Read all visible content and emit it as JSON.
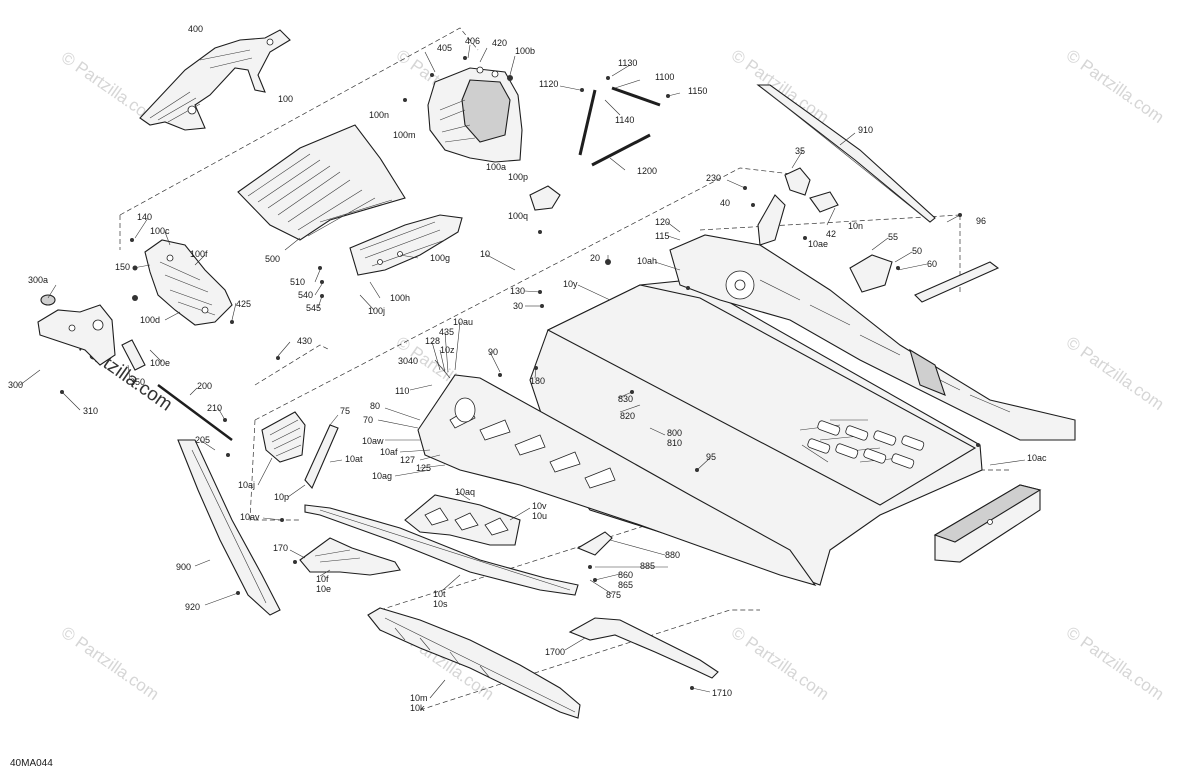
{
  "diagram": {
    "id_label": "40MA044",
    "watermark": "© Partzilla.com",
    "callouts": {
      "c400": "400",
      "c100": "100",
      "c405": "405",
      "c406": "406",
      "c420": "420",
      "c100b": "100b",
      "c1130": "1130",
      "c1100": "1100",
      "c1120": "1120",
      "c1150": "1150",
      "c1140": "1140",
      "c100n": "100n",
      "c100m": "100m",
      "c100a": "100a",
      "c100p": "100p",
      "c100q": "100q",
      "c1200": "1200",
      "c910": "910",
      "c35": "35",
      "c230": "230",
      "c40": "40",
      "c10n": "10n",
      "c42": "42",
      "c10ae": "10ae",
      "c96": "96",
      "c120": "120",
      "c115": "115",
      "c55": "55",
      "c50": "50",
      "c60": "60",
      "c140": "140",
      "c100c": "100c",
      "c150": "150",
      "c100f": "100f",
      "c500": "500",
      "c100g": "100g",
      "c10": "10",
      "c20": "20",
      "c10ah": "10ah",
      "c10y": "10y",
      "c300a": "300a",
      "c510": "510",
      "c540": "540",
      "c545": "545",
      "c100h": "100h",
      "c100j": "100j",
      "c130": "130",
      "c30": "30",
      "c425": "425",
      "c100d": "100d",
      "c10au": "10au",
      "c435": "435",
      "c128": "128",
      "c10z": "10z",
      "c3040": "3040",
      "c90": "90",
      "c180": "180",
      "c430": "430",
      "c100e": "100e",
      "c300": "300",
      "c350": "350",
      "c110": "110",
      "c830": "830",
      "c820": "820",
      "c310": "310",
      "c200": "200",
      "c210": "210",
      "c205": "205",
      "c80": "80",
      "c70": "70",
      "c75": "75",
      "c10aw": "10aw",
      "c10af": "10af",
      "c127": "127",
      "c10at": "10at",
      "c800": "800",
      "c810": "810",
      "c95": "95",
      "c10ac": "10ac",
      "c125": "125",
      "c10ag": "10ag",
      "c10aj": "10aj",
      "c10p": "10p",
      "c10aq": "10aq",
      "c10av": "10av",
      "c10v": "10v",
      "c10u": "10u",
      "c880": "880",
      "c885": "885",
      "c170": "170",
      "c860": "860",
      "c865": "865",
      "c875": "875",
      "c900": "900",
      "c10f": "10f",
      "c10e": "10e",
      "c10t": "10t",
      "c10s": "10s",
      "c920": "920",
      "c1700": "1700",
      "c10m": "10m",
      "c10k": "10k",
      "c1710": "1710"
    }
  }
}
